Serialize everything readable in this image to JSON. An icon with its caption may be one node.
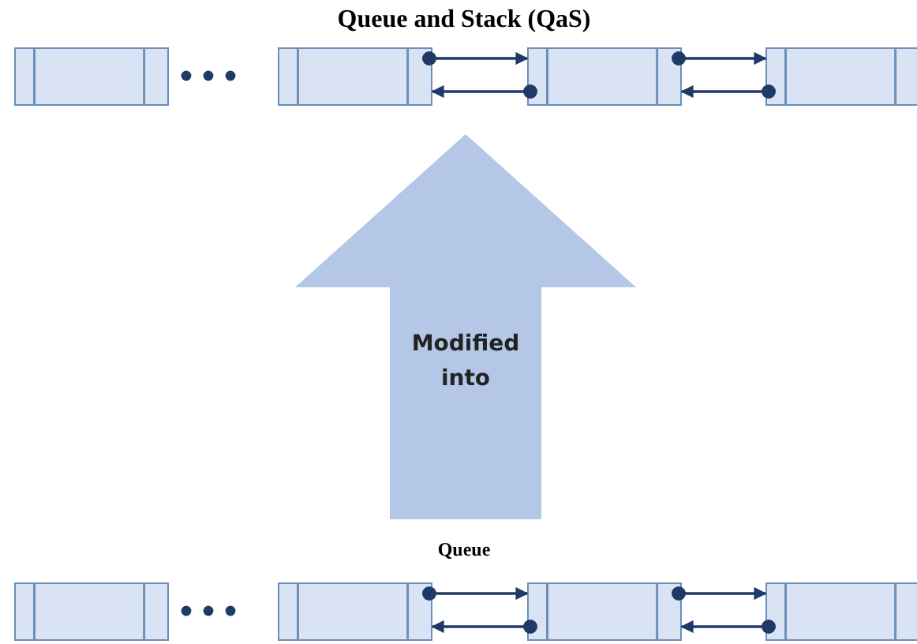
{
  "diagram": {
    "nodes": [
      {
        "text": [],
        "shape": "box"
      },
      {
        "text": [],
        "shape": "box"
      },
      {
        "text": [],
        "shape": "box"
      },
      {
        "text": [],
        "shape": "box"
      },
      {
        "text": [
          "Modified into"
        ]
      },
      {
        "text": [],
        "shape": "box"
      },
      {
        "text": [],
        "shape": "box"
      },
      {
        "text": [],
        "shape": "box"
      },
      {
        "text": [],
        "shape": "box"
      }
    ],
    "edges": [
      {
        "from": 1,
        "to": 2,
        "arrow": "to"
      },
      {
        "from": 2,
        "to": 1,
        "arrow": "to"
      },
      {
        "from": 2,
        "to": 3,
        "arrow": "to"
      },
      {
        "from": 3,
        "to": 2,
        "arrow": "to"
      },
      {
        "from": 6,
        "to": 7,
        "arrow": "to"
      },
      {
        "from": 7,
        "to": 6,
        "arrow": "to"
      },
      {
        "from": 7,
        "to": 8,
        "arrow": "to"
      },
      {
        "from": 8,
        "to": 7,
        "arrow": "to"
      }
    ],
    "labels": [
      "Queue and Stack (QaS)",
      "Queue"
    ]
  }
}
